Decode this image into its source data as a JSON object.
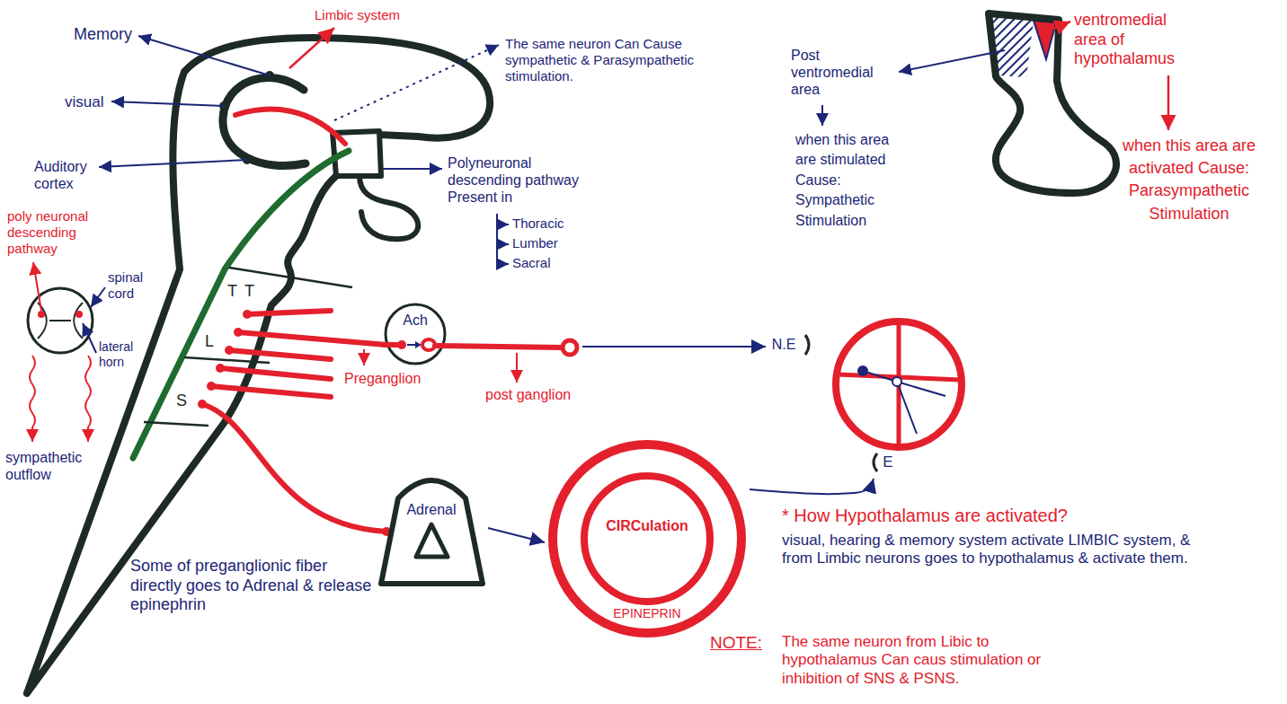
{
  "diagram": {
    "nodes": [
      {
        "text": [
          "Ach"
        ]
      },
      {
        "text": [
          "N.E",
          "E"
        ]
      },
      {
        "text": [
          "Adrenal"
        ]
      },
      {
        "text": [
          "CIRCulation",
          "EPINEPRIN"
        ]
      }
    ],
    "edges": [
      {
        "from": 0,
        "to": 1,
        "arrow": "to"
      },
      {
        "from": 2,
        "to": 3,
        "arrow": "to"
      },
      {
        "from": 3,
        "to": 1,
        "arrow": "to"
      }
    ],
    "labels": [
      "Memory",
      "Limbic system",
      "The same neuron Can Cause sympathetic & Parasympathetic stimulation.",
      "visual",
      "Auditory cortex",
      "Polyneuronal descending pathway Present in",
      "Thoracic",
      "Lumber",
      "Sacral",
      "poly neuronal descending pathway",
      "spinal cord",
      "lateral horn",
      "T",
      "T",
      "L",
      "S",
      "sympathetic outflow",
      "Preganglion",
      "post ganglion",
      "Some of preganglionic fiber directly goes to Adrenal & release epinephrin",
      "Post ventromedial area",
      "when this area are stimulated Cause: Sympathetic Stimulation",
      "ventromedial area of hypothalamus",
      "when this area are activated Cause: Parasympathetic Stimulation",
      "* How Hypothalamus are activated?",
      "visual, hearing & memory system activate LIMBIC system, & from Limbic neurons goes to hypothalamus & activate them.",
      "NOTE:",
      "The same neuron from Libic to hypothalamus Can caus stimulation or inhibition of SNS & PSNS."
    ]
  }
}
